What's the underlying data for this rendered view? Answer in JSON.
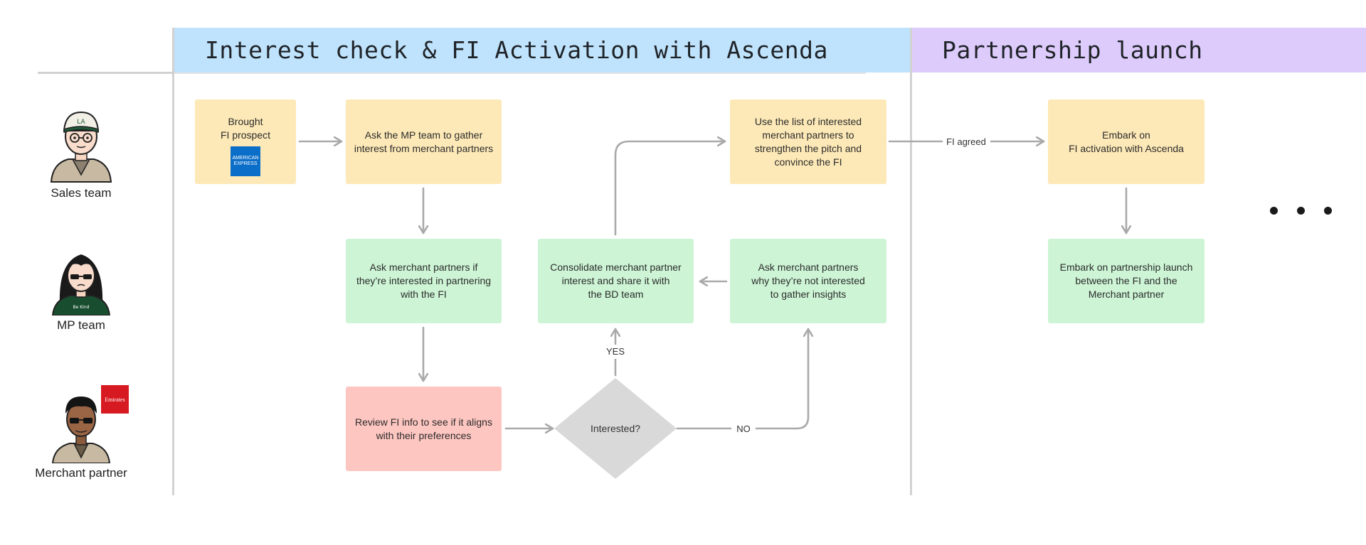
{
  "phases": {
    "phase1_title": "Interest check & FI Activation with Ascenda",
    "phase2_title": "Partnership launch"
  },
  "actors": {
    "sales": "Sales team",
    "mp": "MP team",
    "merchant": "Merchant partner"
  },
  "nodes": {
    "brought": "Brought\nFI prospect",
    "ask_mp": "Ask the MP team to gather\ninterest from merchant partners",
    "use_list": "Use the list of interested\nmerchant partners to\nstrengthen the pitch and\nconvince the FI",
    "embark_fi": "Embark on\nFI activation with Ascenda",
    "ask_merchants": "Ask merchant partners if\nthey’re interested in partnering\nwith the FI",
    "consolidate": "Consolidate merchant partner\ninterest and share it with\nthe BD team",
    "ask_why": "Ask merchant partners\nwhy they’re not interested\nto gather insights",
    "embark_partnership": "Embark on partnership launch\nbetween the FI and the\nMerchant partner",
    "review": "Review FI info to see if it aligns\nwith their preferences",
    "decision": "Interested?"
  },
  "edge_labels": {
    "fi_agreed": "FI agreed",
    "yes": "YES",
    "no": "NO"
  },
  "logos": {
    "amex": "AMERICAN EXPRESS",
    "emirates": "Emirates"
  },
  "colors": {
    "phase1": "#bfe3fc",
    "phase2": "#dccbfb",
    "sales_lane": "#fde9b7",
    "mp_lane": "#cdf5d5",
    "merchant_lane": "#fec6c1",
    "decision": "#d9d9d9",
    "arrow": "#a9a9a9"
  }
}
